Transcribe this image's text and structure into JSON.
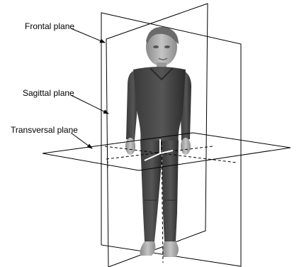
{
  "labels": {
    "frontal": "Frontal plane",
    "sagittal": "Sagittal plane",
    "transversal": "Transversal plane"
  },
  "colors": {
    "line": "#000000",
    "skin": "#a8a8a8",
    "suit": "#4a4a4a",
    "suit_dark": "#2e2e2e",
    "hair": "#6b6b6b"
  }
}
